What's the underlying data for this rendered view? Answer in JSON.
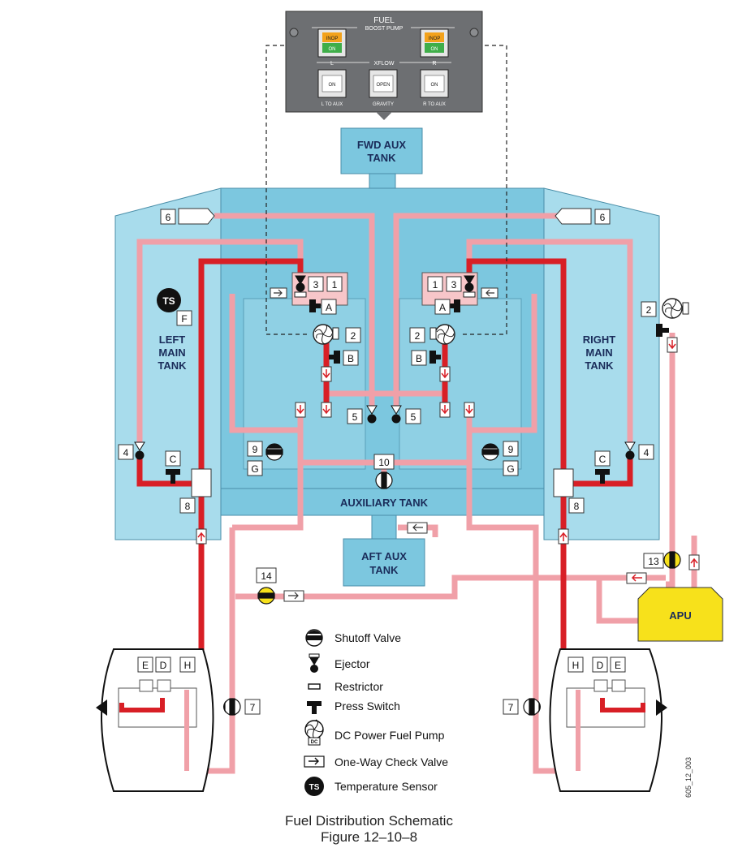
{
  "panel": {
    "title": "FUEL",
    "subtitle": "BOOST PUMP",
    "xflow_label": "XFLOW",
    "inop": "INOP",
    "on": "ON",
    "left_label": "L",
    "right_label": "R",
    "xflow_left_button": "ON",
    "xflow_center_button": "OPEN",
    "xflow_right_button": "ON",
    "xflow_left_label": "L TO AUX",
    "xflow_center_label": "GRAVITY",
    "xflow_right_label": "R TO AUX"
  },
  "tanks": {
    "fwd_aux_line1": "FWD AUX",
    "fwd_aux_line2": "TANK",
    "aft_aux_line1": "AFT AUX",
    "aft_aux_line2": "TANK",
    "auxiliary": "AUXILIARY TANK",
    "left_main_line1": "LEFT",
    "left_main_line2": "MAIN",
    "left_main_line3": "TANK",
    "right_main_line1": "RIGHT",
    "right_main_line2": "MAIN",
    "right_main_line3": "TANK",
    "apu": "APU",
    "ts_badge": "TS"
  },
  "callouts": {
    "n1": "1",
    "n2": "2",
    "n3": "3",
    "n4": "4",
    "n5": "5",
    "n6": "6",
    "n7": "7",
    "n8": "8",
    "n9": "9",
    "n10": "10",
    "n13": "13",
    "n14": "14",
    "A": "A",
    "B": "B",
    "C": "C",
    "D": "D",
    "E": "E",
    "F": "F",
    "G": "G",
    "H": "H"
  },
  "legend": [
    {
      "icon": "shutoff-valve-icon",
      "label": "Shutoff Valve"
    },
    {
      "icon": "ejector-icon",
      "label": "Ejector"
    },
    {
      "icon": "restrictor-icon",
      "label": "Restrictor"
    },
    {
      "icon": "press-switch-icon",
      "label": "Press Switch"
    },
    {
      "icon": "dc-fuel-pump-icon",
      "label": "DC Power Fuel Pump"
    },
    {
      "icon": "check-valve-icon",
      "label": "One-Way Check Valve"
    },
    {
      "icon": "temperature-sensor-icon",
      "label": "Temperature Sensor"
    }
  ],
  "legend_dc": "DC",
  "side_code": "605_12_003",
  "caption": {
    "line1": "Fuel Distribution Schematic",
    "line2": "Figure 12–10–8"
  },
  "colors": {
    "tank_light": "#a8dcec",
    "tank_mid": "#7cc7df",
    "red_line": "#d81f26",
    "pink_line": "#f0a0a8",
    "panel_gray": "#6d6f72",
    "apu_yellow": "#f7e11b",
    "amber": "#f3a21b",
    "green": "#3fae49"
  }
}
